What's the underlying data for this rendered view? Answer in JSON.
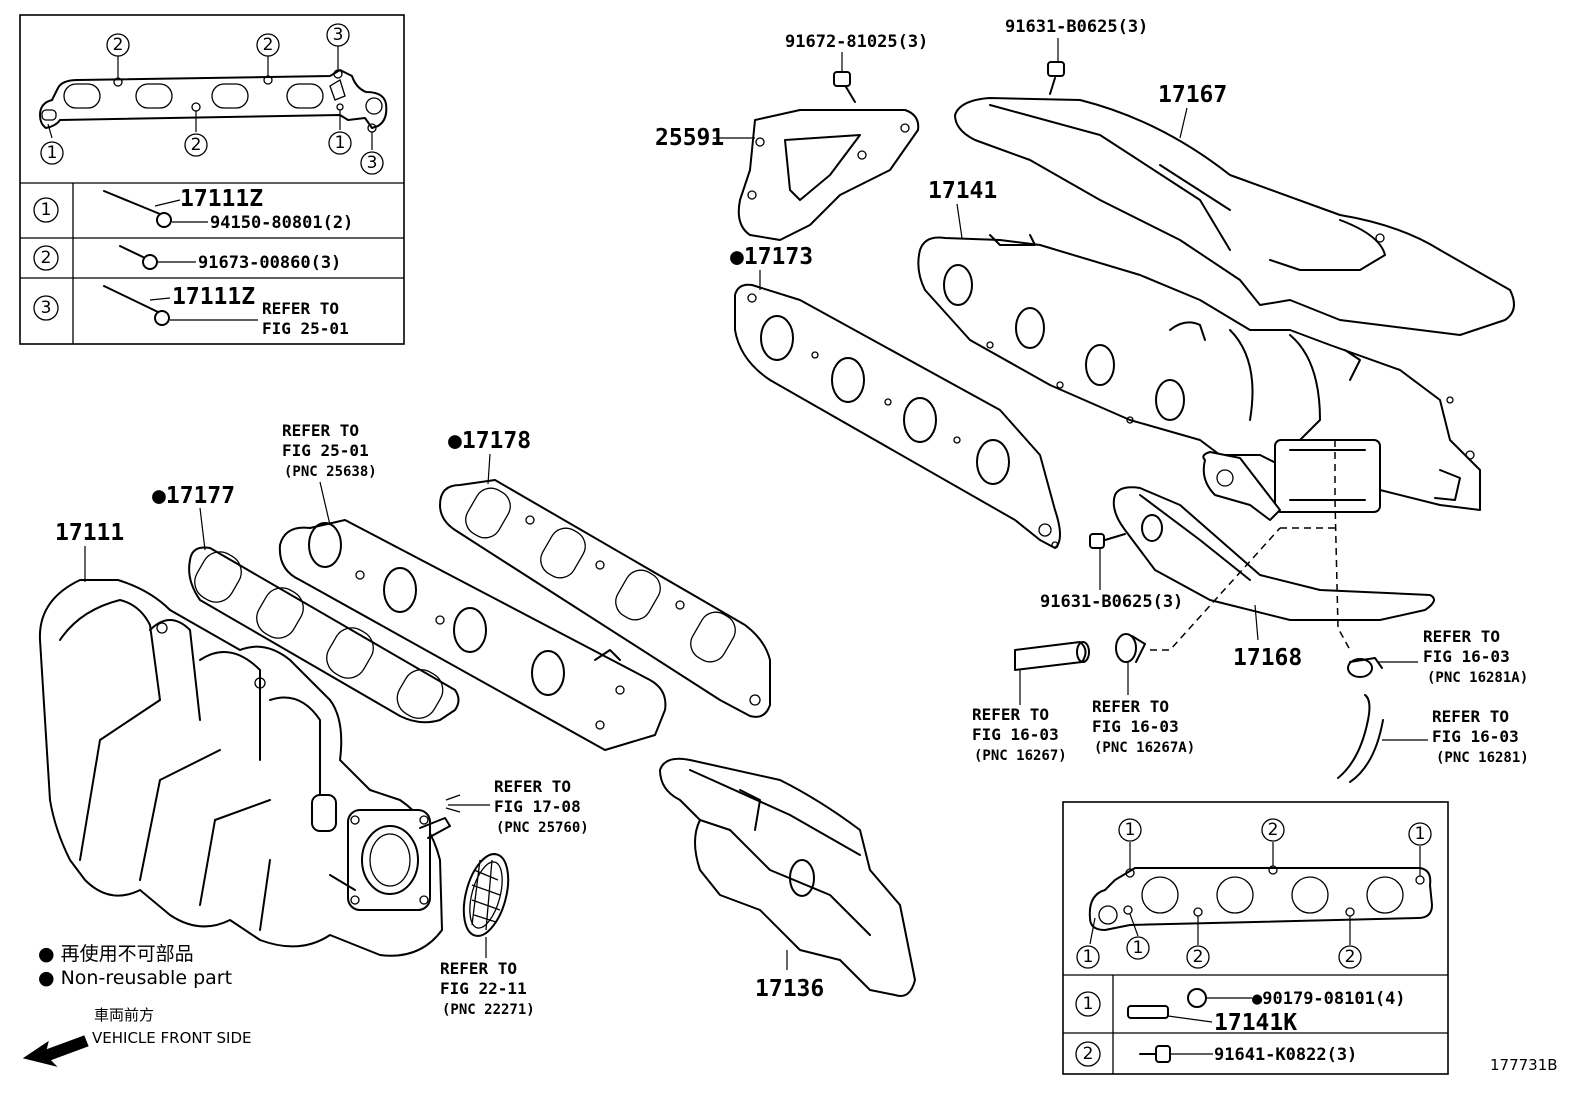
{
  "inset_top_left": {
    "circles": [
      "2",
      "2",
      "3",
      "1",
      "2",
      "1",
      "3"
    ],
    "rows": [
      {
        "num": "1",
        "part_a": "17111Z",
        "part_b": "94150-80801(2)"
      },
      {
        "num": "2",
        "part_a": "91673-00860(3)"
      },
      {
        "num": "3",
        "part_a": "17111Z",
        "refer_line1": "REFER TO",
        "refer_line2": "FIG 25-01"
      }
    ]
  },
  "inset_bottom_right": {
    "circles": [
      "1",
      "2",
      "1",
      "1",
      "1",
      "2",
      "2"
    ],
    "rows": [
      {
        "num": "1",
        "dot": "●",
        "part_a": "90179-08101(4)",
        "part_b": "17141K"
      },
      {
        "num": "2",
        "part_a": "91641-K0822(3)"
      }
    ]
  },
  "parts": {
    "p91672": "91672-81025(3)",
    "p91631_top": "91631-B0625(3)",
    "p25591": "25591",
    "p17167": "17167",
    "p17141": "17141",
    "p17173": "●17173",
    "p17178": "●17178",
    "p17177": "●17177",
    "p17111": "17111",
    "p91631_mid": "91631-B0625(3)",
    "p17168": "17168",
    "p17136": "17136"
  },
  "refs": {
    "r25638": {
      "l1": "REFER TO",
      "l2": "FIG 25-01",
      "l3": "(PNC 25638)"
    },
    "r25760": {
      "l1": "REFER TO",
      "l2": "FIG 17-08",
      "l3": "(PNC 25760)"
    },
    "r22271": {
      "l1": "REFER TO",
      "l2": "FIG 22-11",
      "l3": "(PNC 22271)"
    },
    "r16267": {
      "l1": "REFER TO",
      "l2": "FIG 16-03",
      "l3": "(PNC 16267)"
    },
    "r16267A": {
      "l1": "REFER TO",
      "l2": "FIG 16-03",
      "l3": "(PNC 16267A)"
    },
    "r16281A": {
      "l1": "REFER TO",
      "l2": "FIG 16-03",
      "l3": "(PNC 16281A)"
    },
    "r16281": {
      "l1": "REFER TO",
      "l2": "FIG 16-03",
      "l3": "(PNC 16281)"
    }
  },
  "legend": {
    "dot": "●",
    "jp_nonreusable": "再使用不可部品",
    "en_nonreusable": "Non-reusable part",
    "jp_front": "車両前方",
    "en_front": "VEHICLE FRONT SIDE"
  },
  "figure_id": "177731B"
}
